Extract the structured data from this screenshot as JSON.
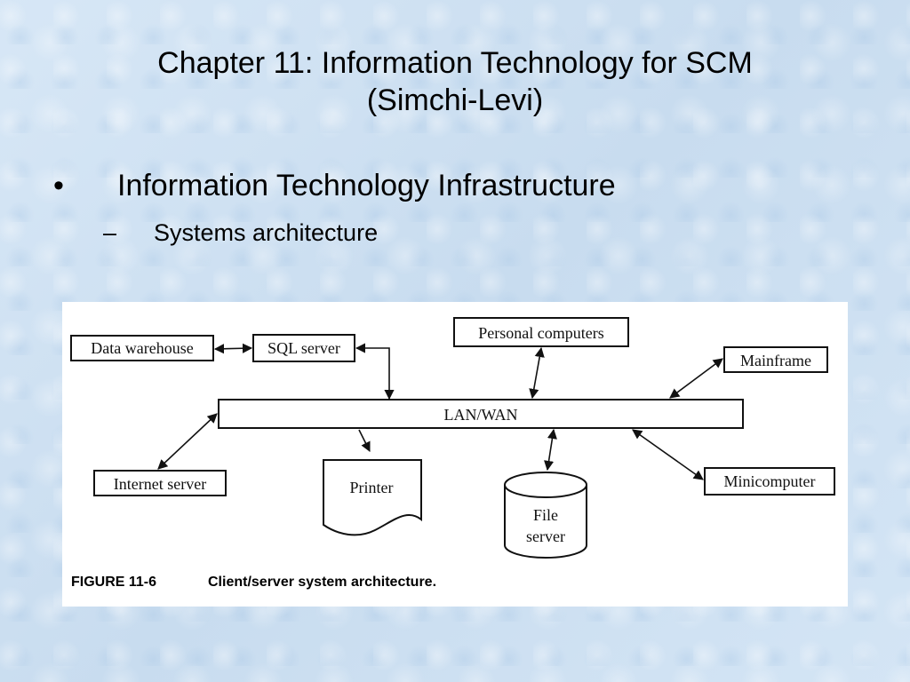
{
  "slide": {
    "title_line1": "Chapter 11: Information Technology for SCM",
    "title_line2": "(Simchi-Levi)",
    "bullet_mark": "•",
    "bullet_text": "Information Technology Infrastructure",
    "sub_mark": "–",
    "sub_text": "Systems architecture"
  },
  "diagram": {
    "nodes": {
      "data_warehouse": "Data warehouse",
      "sql_server": "SQL server",
      "personal_computers": "Personal computers",
      "mainframe": "Mainframe",
      "lan_wan": "LAN/WAN",
      "internet_server": "Internet server",
      "printer": "Printer",
      "file_server_1": "File",
      "file_server_2": "server",
      "minicomputer": "Minicomputer"
    },
    "caption_label": "FIGURE 11-6",
    "caption_text": "Client/server system architecture."
  }
}
